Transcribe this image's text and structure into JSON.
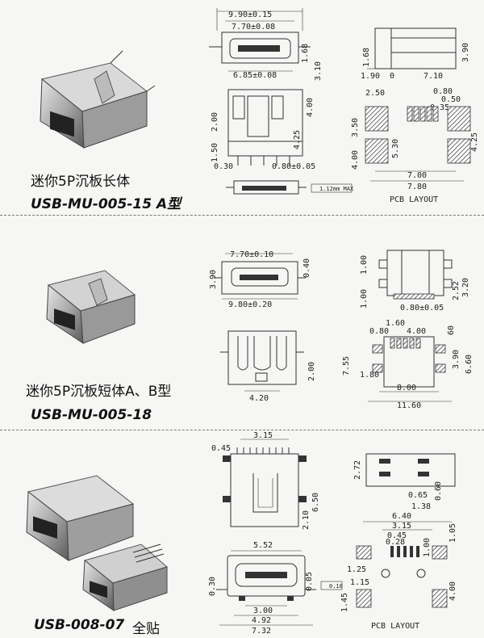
{
  "sections": [
    {
      "title_cn": "迷你5P沉板长体",
      "part_number": "USB-MU-005-15 A型",
      "dims": {
        "w1": "9.90±0.15",
        "w2": "7.70±0.08",
        "w3": "6.85±0.08",
        "h1": "1.68",
        "h2": "3.10",
        "h3": "3.90",
        "s1": "1.90",
        "s2": "0",
        "s3": "7.10",
        "p1": "2.50",
        "p2": "0.80",
        "p3": "0.50",
        "p4": "0.35",
        "l1": "2.00",
        "l2": "4.00",
        "l3": "4.25",
        "l4": "1.50",
        "b1": "0.30",
        "b2": "0.80±0.05",
        "pcb_h1": "3.50",
        "pcb_h2": "5.30",
        "pcb_h3": "4.00",
        "pcb_h4": "4.25",
        "pcb_w1": "7.00",
        "pcb_w2": "7.80",
        "note": "1.12mm MAX"
      },
      "pcb_label": "PCB LAYOUT"
    },
    {
      "title_cn": "迷你5P沉板短体A、B型",
      "part_number": "USB-MU-005-18",
      "dims": {
        "w1": "7.70±0.10",
        "w2": "9.80±0.20",
        "h1": "3.90",
        "h2": "0.40",
        "r1": "1.00",
        "r2": "1.00",
        "r3": "2.52",
        "r4": "3.20",
        "r5": "0.80±0.05",
        "l1": "2.00",
        "l2": "4.20",
        "p1": "1.60",
        "p2": "0.80",
        "p3": "4.00",
        "p4": "60",
        "pcb_h1": "7.55",
        "pcb_h2": "1.80",
        "pcb_h3": "3.90",
        "pcb_h4": "6.60",
        "pcb_w1": "8.00",
        "pcb_w2": "11.60"
      }
    },
    {
      "title_cn": "全贴",
      "part_number": "USB-008-07",
      "dims": {
        "t1": "3.15",
        "t2": "0.45",
        "t3": "6.50",
        "t4": "2.10",
        "f1": "5.52",
        "f2": "0.30",
        "f3": "0.05",
        "f4": "0.10",
        "f5": "3.00",
        "f6": "4.92",
        "f7": "7.32",
        "s1": "2.72",
        "s2": "0.65",
        "s3": "0.60",
        "s4": "1.38",
        "p1": "6.40",
        "p2": "3.15",
        "p3": "0.45",
        "p4": "0.28",
        "p5": "1.00",
        "p6": "1.05",
        "p7": "1.25",
        "p8": "1.15",
        "p9": "4.00",
        "p10": "1.45"
      },
      "pcb_label": "PCB LAYOUT"
    }
  ]
}
